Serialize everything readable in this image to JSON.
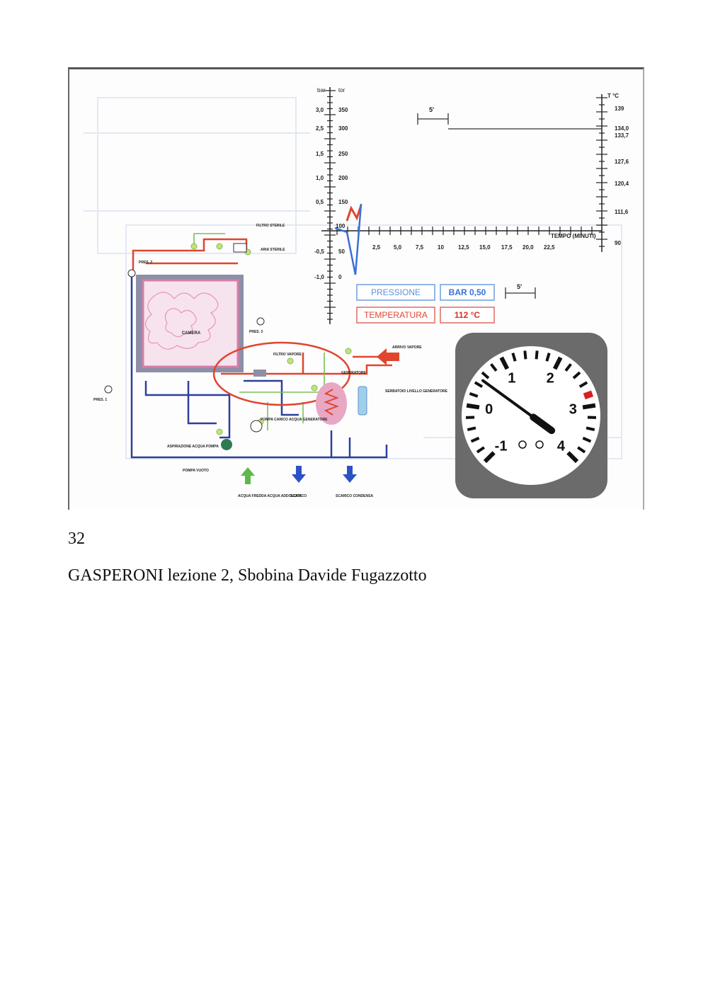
{
  "document": {
    "page_number": "32",
    "caption": "GASPERONI lezione 2, Sbobina Davide Fugazzotto"
  },
  "figure": {
    "graph": {
      "left_axis_units": [
        "bar",
        "tor"
      ],
      "bar_ticks": [
        "3,0",
        "2,5",
        "1,5",
        "1,0",
        "0,5",
        "-0,5",
        "-1,0"
      ],
      "tor_ticks": [
        "350",
        "300",
        "250",
        "200",
        "150",
        "100",
        "50",
        "0"
      ],
      "time_ticks": [
        "2,5",
        "5,0",
        "7,5",
        "10",
        "12,5",
        "15,0",
        "17,5",
        "20,0",
        "22,5"
      ],
      "time_axis_label": "TEMPO (MINUTI)",
      "right_axis_unit": "T °C",
      "temp_ticks": [
        "139",
        "134,0",
        "133,7",
        "127,6",
        "120,4",
        "111,6",
        "90"
      ],
      "interval_marker": "5'"
    },
    "readout": {
      "pressure_label": "PRESSIONE",
      "pressure_value": "BAR 0,50",
      "temperature_label": "TEMPERATURA",
      "temperature_value": "112 °C",
      "interval_marker": "5'"
    },
    "gauge": {
      "scale_labels": [
        "-1",
        "0",
        "1",
        "2",
        "3",
        "4"
      ],
      "needle_value": 0.5,
      "colors": {
        "redline": "#d81e1e",
        "face": "#ffffff",
        "bezel": "#6b6b6b"
      }
    },
    "schematic": {
      "labels": {
        "camera": "CAMERA",
        "filtro_vapore": "FILTRO VAPORE",
        "filtro_sterile": "FILTRO STERILE",
        "aria_sterile": "ARIA STERILE",
        "generatore": "GENERATORE",
        "arrivo_vapore": "ARRIVO VAPORE",
        "serbatoio": "SERBATOIO LIVELLO GENERATORE",
        "pompa_carico": "POMPA CARICO ACQUA GENERATORE",
        "aspirazione": "ASPIRAZIONE ACQUA POMPA",
        "pompa_vuoto": "POMPA VUOTO",
        "acqua_fredda": "ACQUA FREDDA ACQUA ADDOLCITA",
        "scarico": "SCARICO",
        "scarico_condensa": "SCARICO CONDENSA",
        "pres_1": "PRES. 1",
        "pres_2": "PRES. 2",
        "pres_3": "PRES. 3"
      },
      "colors": {
        "steam": "#e0452e",
        "water": "#2d3f9c",
        "chamber": "#e8a8c4",
        "valve": "#7bbf5a"
      }
    }
  }
}
